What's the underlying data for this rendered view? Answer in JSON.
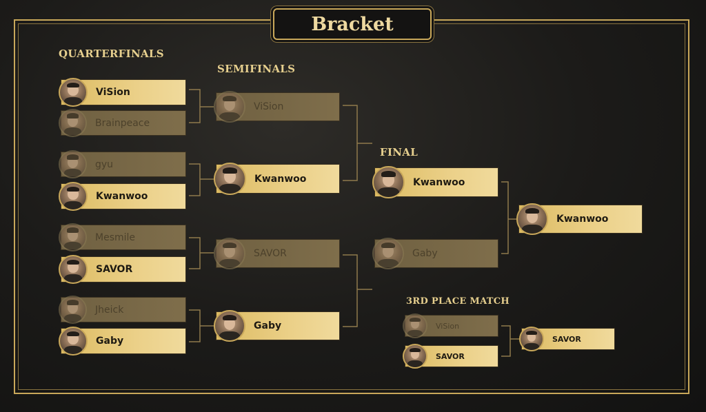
{
  "title": "Bracket",
  "rounds": {
    "quarterfinals": "QUARTERFINALS",
    "semifinals": "SEMIFINALS",
    "final": "FINAL",
    "third_place": "3RD PLACE MATCH"
  },
  "quarterfinals": [
    {
      "name": "ViSion",
      "winner": true
    },
    {
      "name": "Brainpeace",
      "winner": false
    },
    {
      "name": "gyu",
      "winner": false
    },
    {
      "name": "Kwanwoo",
      "winner": true
    },
    {
      "name": "Mesmile",
      "winner": false
    },
    {
      "name": "SAVOR",
      "winner": true
    },
    {
      "name": "Jheick",
      "winner": false
    },
    {
      "name": "Gaby",
      "winner": true
    }
  ],
  "semifinals": [
    {
      "name": "ViSion",
      "winner": false
    },
    {
      "name": "Kwanwoo",
      "winner": true
    },
    {
      "name": "SAVOR",
      "winner": false
    },
    {
      "name": "Gaby",
      "winner": true
    }
  ],
  "final": [
    {
      "name": "Kwanwoo",
      "winner": true
    },
    {
      "name": "Gaby",
      "winner": false
    }
  ],
  "champion": {
    "name": "Kwanwoo",
    "winner": true
  },
  "third_place": [
    {
      "name": "ViSion",
      "winner": false
    },
    {
      "name": "SAVOR",
      "winner": true
    }
  ],
  "third_place_winner": {
    "name": "SAVOR",
    "winner": true
  },
  "colors": {
    "gold": "#c9a85a",
    "winner_bg": "#ebd088",
    "loser_bg": "#7a6a48"
  }
}
